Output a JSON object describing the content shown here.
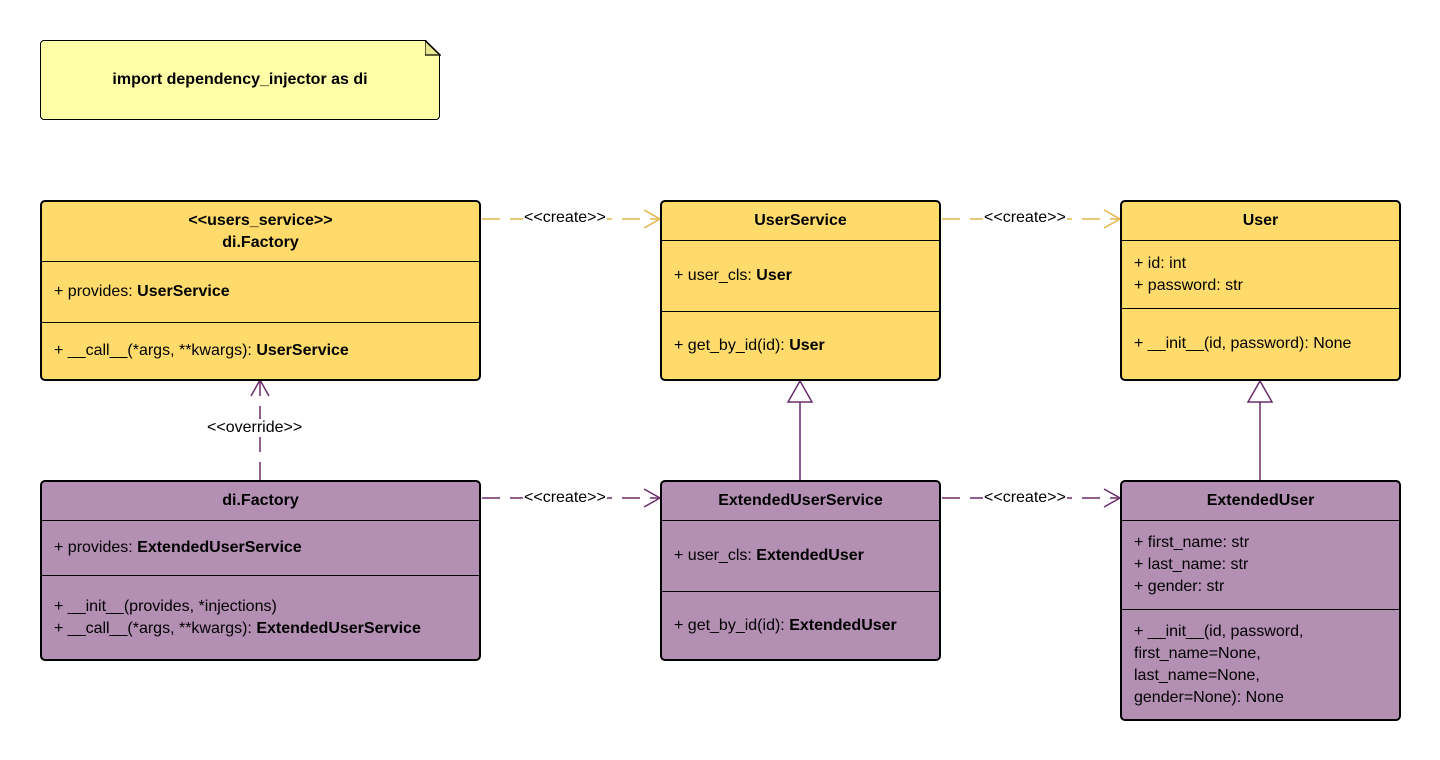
{
  "note": {
    "text": "import dependency_injector as di"
  },
  "colors": {
    "yellow": "#ffdb6c",
    "purple": "#b38fb3",
    "yellow_arrow": "#e0b64a",
    "purple_arrow": "#6b2c6b",
    "note": "#ffffa8"
  },
  "classes": {
    "users_service_factory": {
      "stereotype": "<<users_service>>",
      "name": "di.Factory",
      "attributes": [
        {
          "prefix": "+ provides: ",
          "type": "UserService"
        }
      ],
      "methods": [
        {
          "prefix": "+ __call__(*args, **kwargs): ",
          "type": "UserService"
        }
      ]
    },
    "user_service": {
      "name": "UserService",
      "attributes": [
        {
          "prefix": "+ user_cls: ",
          "type": "User"
        }
      ],
      "methods": [
        {
          "prefix": "+ get_by_id(id): ",
          "type": "User"
        }
      ]
    },
    "user": {
      "name": "User",
      "attributes": [
        {
          "prefix": "+ id: int"
        },
        {
          "prefix": "+ password: str"
        }
      ],
      "methods": [
        {
          "prefix": "+ __init__(id, password): None"
        }
      ]
    },
    "extended_factory": {
      "name": "di.Factory",
      "attributes": [
        {
          "prefix": "+ provides: ",
          "type": "ExtendedUserService"
        }
      ],
      "methods": [
        {
          "prefix": "+ __init__(provides, *injections)"
        },
        {
          "prefix": "+ __call__(*args, **kwargs): ",
          "type": "ExtendedUserService"
        }
      ]
    },
    "extended_user_service": {
      "name": "ExtendedUserService",
      "attributes": [
        {
          "prefix": "+ user_cls: ",
          "type": "ExtendedUser"
        }
      ],
      "methods": [
        {
          "prefix": "+ get_by_id(id): ",
          "type": "ExtendedUser"
        }
      ]
    },
    "extended_user": {
      "name": "ExtendedUser",
      "attributes": [
        {
          "prefix": "+ first_name: str"
        },
        {
          "prefix": "+ last_name: str"
        },
        {
          "prefix": "+ gender: str"
        }
      ],
      "methods": [
        {
          "prefix": "+ __init__(id, password,"
        },
        {
          "prefix": "first_name=None,"
        },
        {
          "prefix": "last_name=None,"
        },
        {
          "prefix": "gender=None): None"
        }
      ]
    }
  },
  "relations": {
    "create_label": "<<create>>",
    "override_label": "<<override>>"
  }
}
